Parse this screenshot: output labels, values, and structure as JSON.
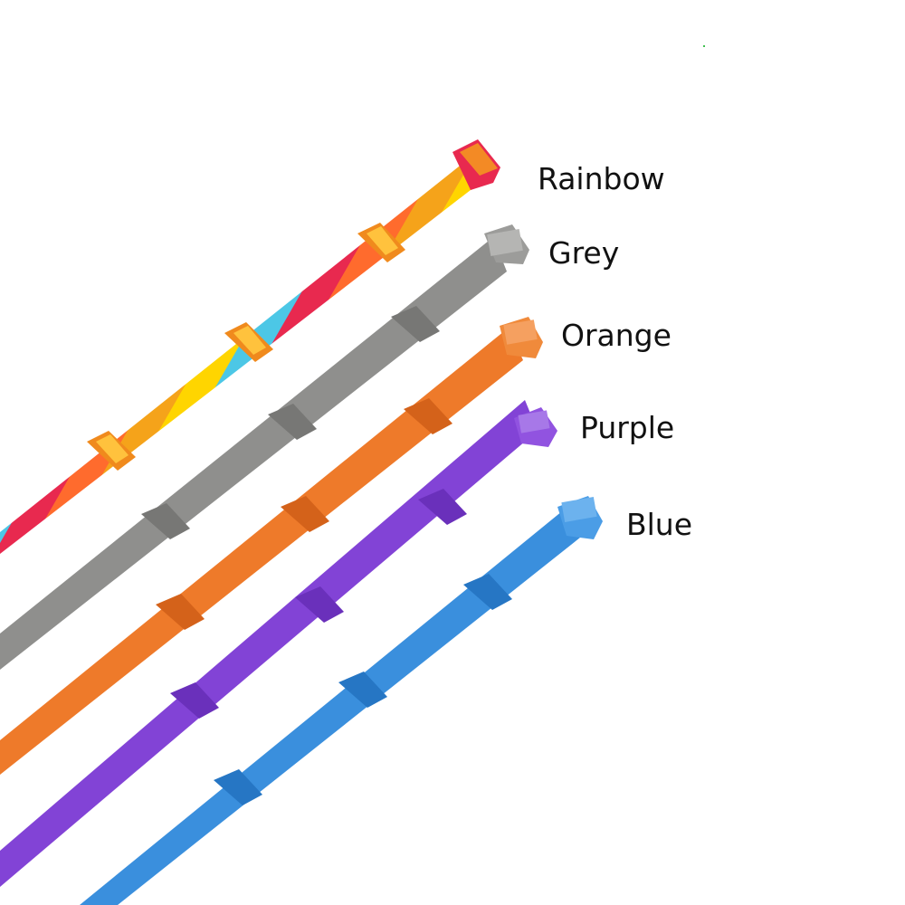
{
  "product": {
    "variants": [
      {
        "name": "Rainbow",
        "color": "#e8503a",
        "stripes": [
          "#e8294f",
          "#f5a31a",
          "#ffd500",
          "#4cc7e6",
          "#ff6b2d"
        ]
      },
      {
        "name": "Grey",
        "color": "#8f8f8d"
      },
      {
        "name": "Orange",
        "color": "#ee7a2a"
      },
      {
        "name": "Purple",
        "color": "#8243d6"
      },
      {
        "name": "Blue",
        "color": "#3a8fdd"
      }
    ]
  }
}
